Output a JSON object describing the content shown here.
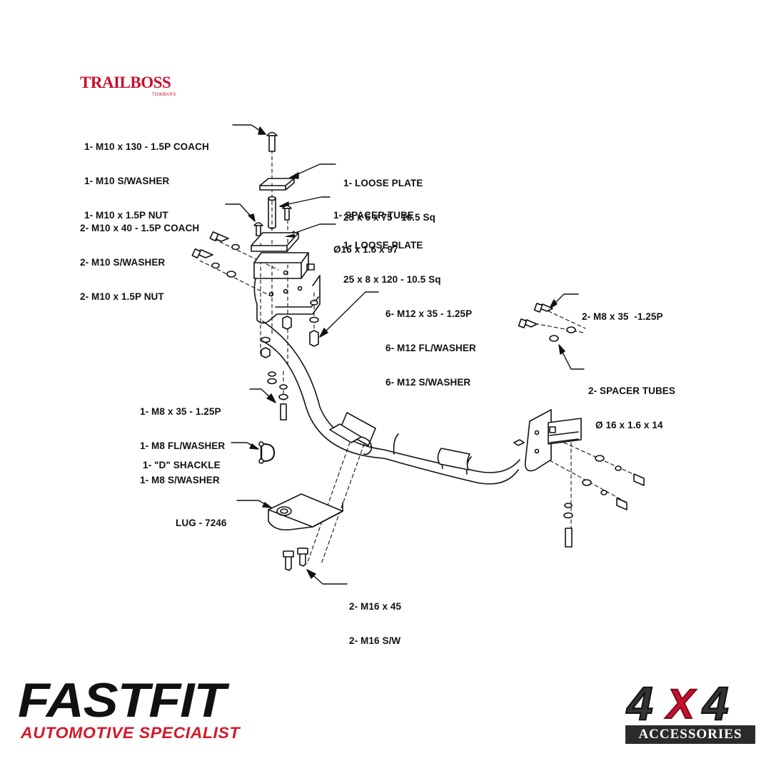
{
  "brand": {
    "trailboss": {
      "name": "TRAILBOSS",
      "sub": "TOWBARS",
      "color": "#c8102e"
    },
    "fastfit": {
      "name": "FASTFIT",
      "tagline": "AUTOMOTIVE SPECIALIST",
      "tagline_color": "#d11a2a"
    },
    "accessories": {
      "mark": "4X4",
      "label": "ACCESSORIES"
    }
  },
  "labels": {
    "top_bolt": [
      "1- M10 x 130 - 1.5P COACH",
      "1- M10 S/WASHER",
      "1- M10 x 1.5P NUT"
    ],
    "loose_plate_1": [
      "1- LOOSE PLATE",
      "25 x 6 x 75 - 10.5 Sq"
    ],
    "spacer_tube": [
      "1- SPACER TUBE",
      "Ø16 x 1.6 x 97"
    ],
    "coach_bolts": [
      "2- M10 x 40 - 1.5P COACH",
      "2- M10 S/WASHER",
      "2- M10 x 1.5P NUT"
    ],
    "loose_plate_2": [
      "1- LOOSE PLATE",
      "25 x 8 x 120 - 10.5 Sq"
    ],
    "m12_bolts": [
      "6- M12 x 35 - 1.25P",
      "6- M12 FL/WASHER",
      "6- M12 S/WASHER"
    ],
    "m8_bolts_right": [
      "2- M8 x 35  -1.25P"
    ],
    "spacer_tubes": [
      "2- SPACER TUBES",
      "Ø 16 x 1.6 x 14"
    ],
    "m8_bolt_left": [
      "1- M8 x 35 - 1.25P",
      "1- M8 FL/WASHER",
      "1- M8 S/WASHER"
    ],
    "shackle": [
      "1- \"D\" SHACKLE"
    ],
    "lug": [
      "LUG - 7246"
    ],
    "m16": [
      "2- M16 x 45",
      "2- M16 S/W"
    ]
  }
}
